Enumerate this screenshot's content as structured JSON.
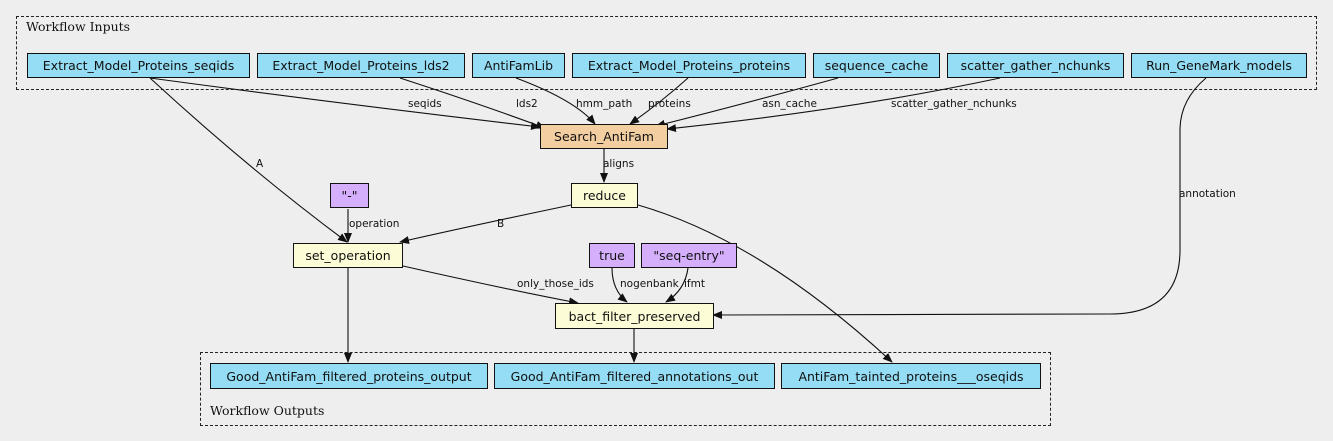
{
  "clusters": {
    "inputs_label": "Workflow Inputs",
    "outputs_label": "Workflow Outputs"
  },
  "inputs": [
    "Extract_Model_Proteins_seqids",
    "Extract_Model_Proteins_lds2",
    "AntiFamLib",
    "Extract_Model_Proteins_proteins",
    "sequence_cache",
    "scatter_gather_nchunks",
    "Run_GeneMark_models"
  ],
  "steps": {
    "search": "Search_AntiFam",
    "reduce": "reduce",
    "set_operation": "set_operation",
    "bact_filter": "bact_filter_preserved"
  },
  "constants": {
    "dash": "\"-\"",
    "true": "true",
    "seq_entry": "\"seq-entry\""
  },
  "outputs": [
    "Good_AntiFam_filtered_proteins_output",
    "Good_AntiFam_filtered_annotations_out",
    "AntiFam_tainted_proteins___oseqids"
  ],
  "edge_labels": {
    "seqids": "seqids",
    "lds2": "lds2",
    "hmm_path": "hmm_path",
    "proteins": "proteins",
    "asn_cache": "asn_cache",
    "scatter_gather_nchunks": "scatter_gather_nchunks",
    "aligns": "aligns",
    "A": "A",
    "B": "B",
    "operation": "operation",
    "annotation": "annotation",
    "only_those_ids": "only_those_ids",
    "nogenbank": "nogenbank",
    "ifmt": "ifmt"
  },
  "colors": {
    "input_node": "#94ddf4",
    "tool_node": "#f3cea1",
    "expression_node": "#fcfcd6",
    "constant_node": "#d5aefc",
    "background": "#eeeeee"
  }
}
